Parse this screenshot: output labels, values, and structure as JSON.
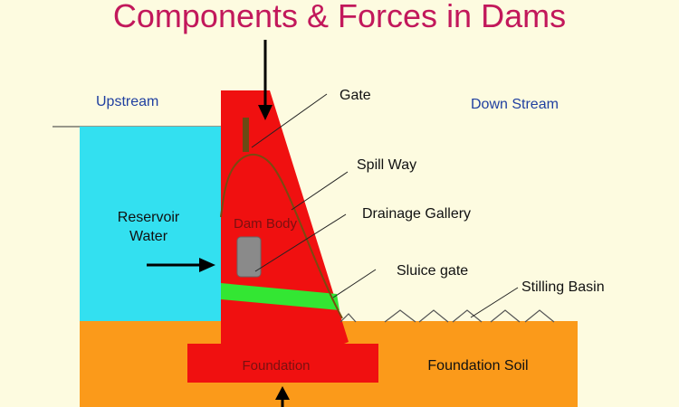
{
  "title": "Components & Forces in Dams",
  "labels": {
    "upstream": "Upstream",
    "downstream": "Down Stream",
    "reservoir_line1": "Reservoir",
    "reservoir_line2": "Water",
    "dam_body": "Dam Body",
    "gate": "Gate",
    "spill_way": "Spill Way",
    "drainage_gallery": "Drainage Gallery",
    "sluice_gate": "Sluice gate",
    "stilling_basin": "Stilling Basin",
    "foundation": "Foundation",
    "foundation_soil": "Foundation Soil"
  },
  "colors": {
    "background": "#fdfbe0",
    "title": "#c2185b",
    "water": "#33e0f0",
    "dam": "#f01010",
    "soil": "#fb9a1a",
    "sluice": "#33e633",
    "gallery": "#8a8a8a",
    "gate": "#6b4a14"
  }
}
